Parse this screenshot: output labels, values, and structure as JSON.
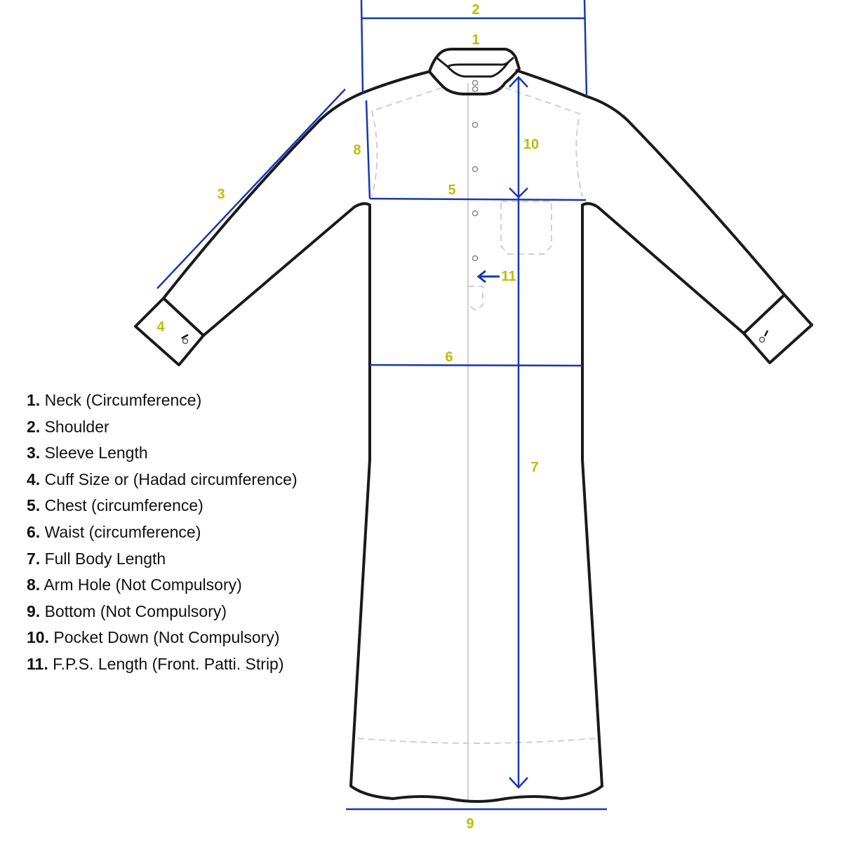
{
  "colors": {
    "outline": "#1a1a1a",
    "measure": "#1638b0",
    "label": "#bdbd00",
    "dashed": "#cfcfcf"
  },
  "markers": [
    "1",
    "2",
    "3",
    "4",
    "5",
    "6",
    "7",
    "8",
    "9",
    "10",
    "11"
  ],
  "legend": [
    {
      "num": "1.",
      "text": "Neck (Circumference)"
    },
    {
      "num": "2.",
      "text": "Shoulder"
    },
    {
      "num": "3.",
      "text": "Sleeve Length"
    },
    {
      "num": "4.",
      "text": "Cuff Size or (Hadad circumference)"
    },
    {
      "num": "5.",
      "text": "Chest (circumference)"
    },
    {
      "num": "6.",
      "text": "Waist (circumference)"
    },
    {
      "num": "7.",
      "text": "Full Body Length"
    },
    {
      "num": "8.",
      "text": "Arm Hole (Not Compulsory)"
    },
    {
      "num": "9.",
      "text": "Bottom (Not Compulsory)"
    },
    {
      "num": "10.",
      "text": "Pocket Down (Not Compulsory)"
    },
    {
      "num": "11.",
      "text": "F.P.S. Length (Front. Patti. Strip)"
    }
  ]
}
